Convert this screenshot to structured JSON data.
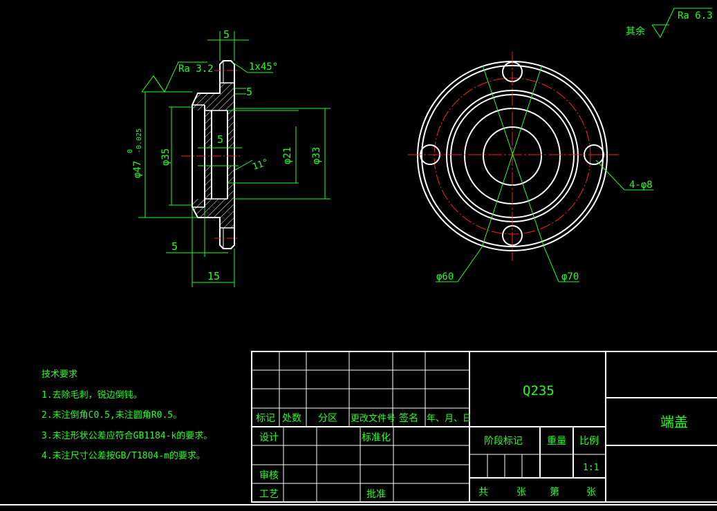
{
  "drawing": {
    "dims": {
      "top_width": "5",
      "chamfer": "1x45°",
      "side_width": "5",
      "inner_width": "5",
      "bottom_width": "5",
      "overall_width": "15",
      "dia_47": "φ47",
      "dia_47_tol_upper": "0",
      "dia_47_tol_lower": "-0.025",
      "dia_35": "φ35",
      "dia_21": "φ21",
      "dia_33": "φ33",
      "angle": "11°",
      "dia_60": "φ60",
      "dia_70": "φ70",
      "holes": "4-φ8"
    },
    "roughness": {
      "left": "Ra 3.2",
      "right": "Ra 6.3",
      "rest_label": "其余"
    }
  },
  "notes": {
    "title": "技术要求",
    "items": [
      "1.去除毛刺，锐边倒钝。",
      "2.未注倒角C0.5,未注圆角R0.5。",
      "3.未注形状公差应符合GB1184-k的要求。",
      "4.未注尺寸公差按GB/T1804-m的要求。"
    ]
  },
  "title_block": {
    "material": "Q235",
    "part_name": "端盖",
    "rev_headers": [
      "标记",
      "处数",
      "分区",
      "更改文件号",
      "签名",
      "年、月、日"
    ],
    "design": "设计",
    "standardize": "标准化",
    "check": "审核",
    "process": "工艺",
    "approve": "批准",
    "stage_mark": "阶段标记",
    "weight": "重量",
    "scale_label": "比例",
    "scale": "1:1",
    "total": "共",
    "sheets": "张",
    "sheet_no": "第",
    "sheet_unit": "张"
  }
}
